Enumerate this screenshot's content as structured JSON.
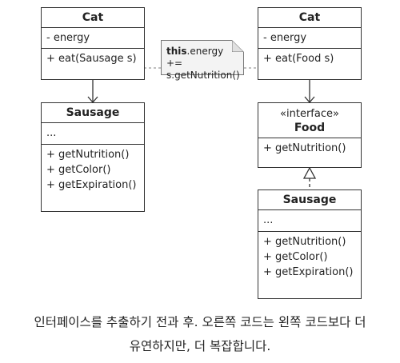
{
  "left": {
    "cat": {
      "name": "Cat",
      "fields": [
        "- energy"
      ],
      "methods": [
        "+ eat(Sausage s)"
      ]
    },
    "sausage": {
      "name": "Sausage",
      "fields": [
        "..."
      ],
      "methods": [
        "+ getNutrition()",
        "+ getColor()",
        "+ getExpiration()"
      ]
    }
  },
  "right": {
    "cat": {
      "name": "Cat",
      "fields": [
        "- energy"
      ],
      "methods": [
        "+ eat(Food s)"
      ]
    },
    "food": {
      "stereotype": "«interface»",
      "name": "Food",
      "methods": [
        "+ getNutrition()"
      ]
    },
    "sausage": {
      "name": "Sausage",
      "fields": [
        "..."
      ],
      "methods": [
        "+ getNutrition()",
        "+ getColor()",
        "+ getExpiration()"
      ]
    }
  },
  "note": {
    "keyword": "this",
    "line1_rest": ".energy +=",
    "line2": "s.getNutrition()"
  },
  "caption": {
    "line1": "인터페이스를 추출하기 전과 후. 오른쪽 코드는 왼쪽 코드보다 더",
    "line2": "유연하지만, 더 복잡합니다."
  },
  "colors": {
    "border": "#333333",
    "note_bg": "#f3f3f3",
    "connector": "#999999"
  }
}
